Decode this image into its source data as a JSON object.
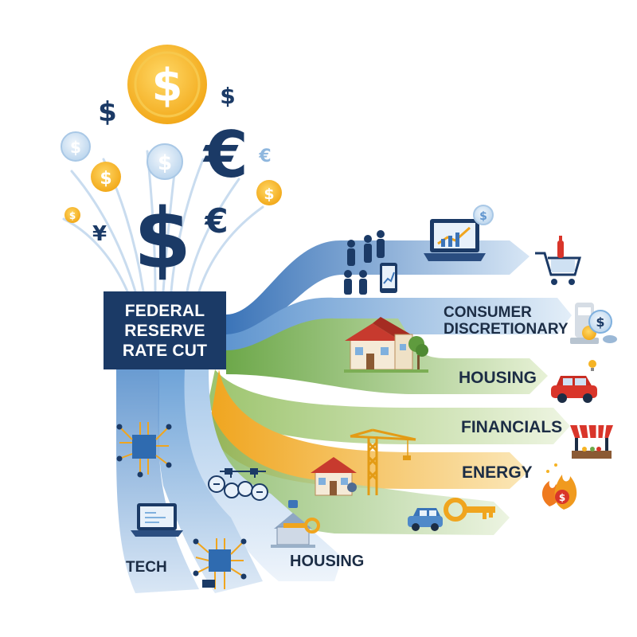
{
  "center": {
    "lines": [
      "FEDERAL",
      "RESERVE",
      "RATE CUT"
    ]
  },
  "sectors": {
    "consumer_discretionary": [
      "CONSUMER",
      "DISCRETIONARY"
    ],
    "housing_right": "HOUSING",
    "financials": "FINANCIALS",
    "energy": "ENERGY",
    "tech": "TECH",
    "housing_bottom": "HOUSING"
  },
  "currency": {
    "dollar": "$",
    "euro": "€",
    "yen": "¥"
  },
  "colors": {
    "navy": "#1b3a66",
    "gold": "#f5b324",
    "blue_light": "#cfe1f3",
    "blue_mid": "#7fb0de",
    "green_light": "#d6e7b6",
    "green_mid": "#9cc46d",
    "orange": "#f3b33a",
    "red": "#d9352a"
  }
}
